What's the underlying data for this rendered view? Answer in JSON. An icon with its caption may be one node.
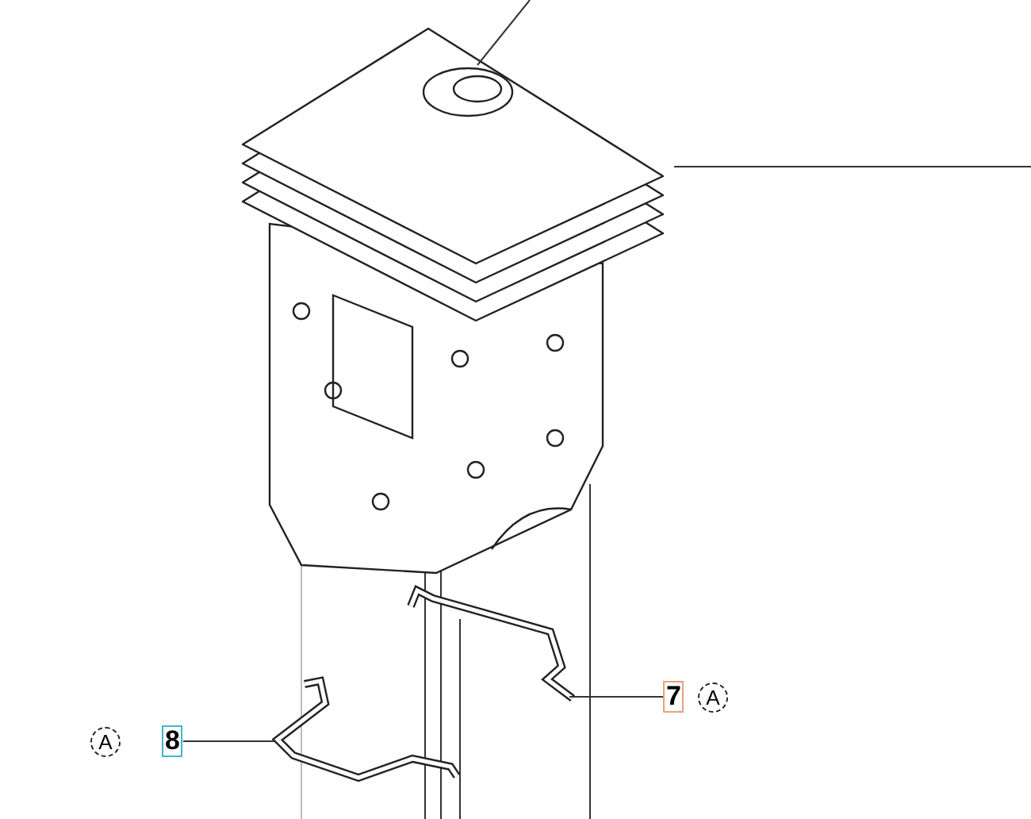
{
  "diagram": {
    "nodes": [
      {
        "text": [],
        "shape": "picture"
      },
      {
        "text": [],
        "shape": "picture"
      },
      {
        "text": [],
        "shape": "picture"
      },
      {
        "text": [],
        "shape": "picture"
      },
      {
        "text": [
          "7"
        ],
        "beside": [
          "A"
        ]
      },
      {
        "text": [
          "8"
        ],
        "beside": [
          "A"
        ]
      }
    ],
    "edges": [
      {
        "from": null,
        "to": 1,
        "arrow": "none"
      },
      {
        "from": null,
        "to": 0,
        "arrow": "none"
      },
      {
        "from": 4,
        "to": 2,
        "arrow": "none"
      },
      {
        "from": 5,
        "to": 3,
        "arrow": "none"
      }
    ]
  }
}
